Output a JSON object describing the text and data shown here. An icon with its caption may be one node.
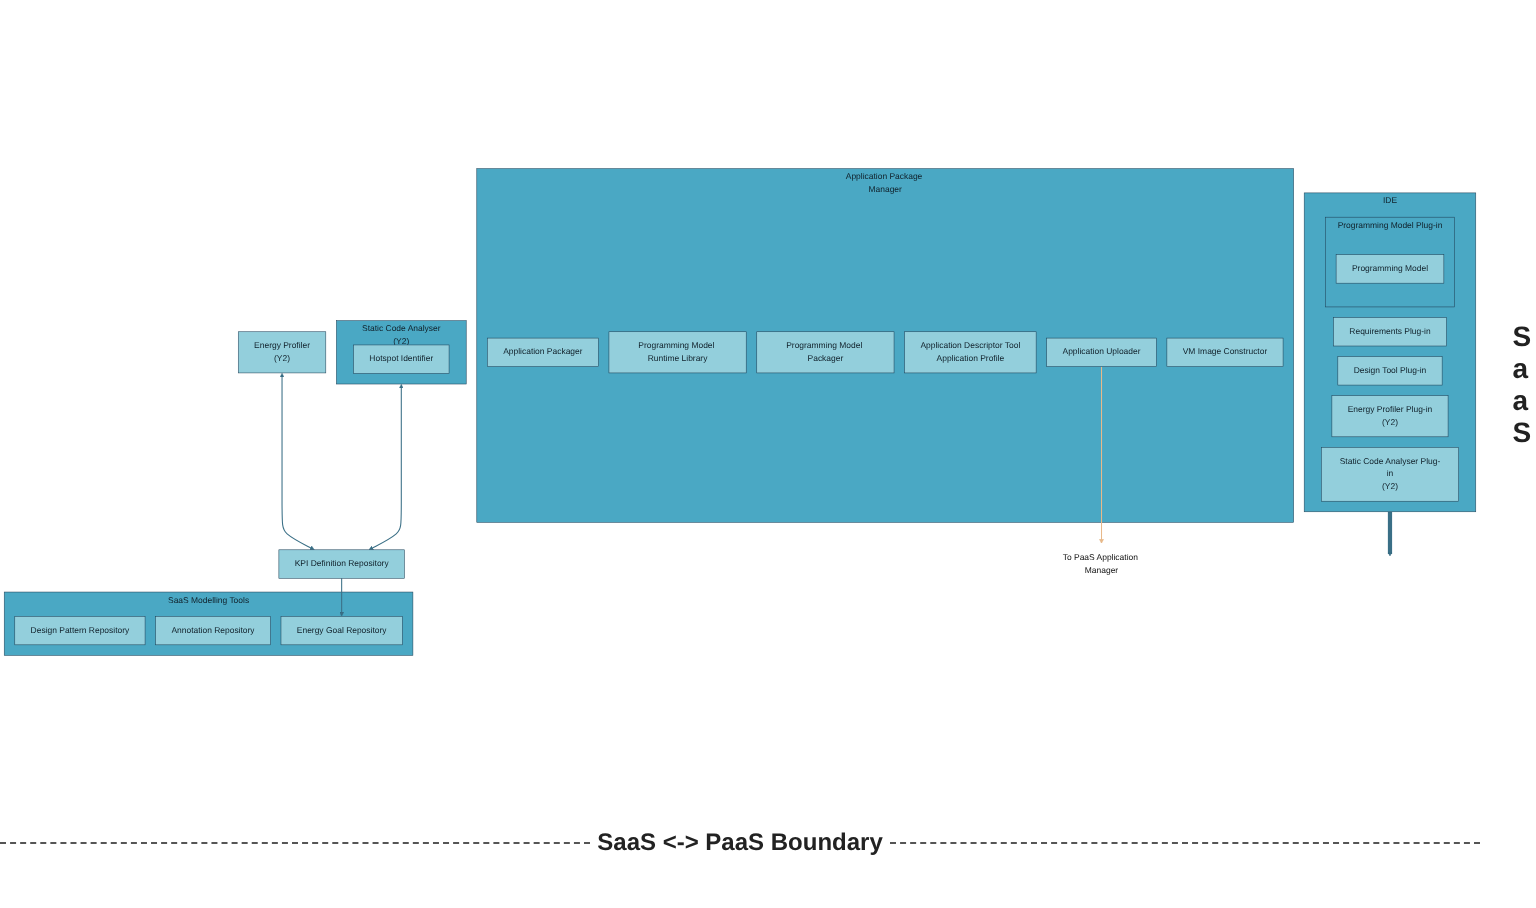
{
  "diagram": {
    "nodes": [
      {
        "text": [
          "IDE"
        ]
      },
      {
        "text": [
          "Requirements Plug-in"
        ],
        "in": 0
      },
      {
        "text": [
          "Design Tool Plug-in"
        ],
        "in": 0
      },
      {
        "text": [
          "Programming Model Plug-in"
        ],
        "in": 0
      },
      {
        "text": [
          "Programming Model"
        ],
        "in": 3
      },
      {
        "text": [
          "Energy Profiler Plug-in",
          "(Y2)"
        ],
        "in": 0
      },
      {
        "text": [
          "Static Code Analyser Plug-in",
          "(Y2)"
        ],
        "in": 0
      },
      {
        "text": [
          "SaaS Modelling Tools"
        ]
      },
      {
        "text": [
          "Design Pattern Repository"
        ],
        "in": 7
      },
      {
        "text": [
          "Annotation Repository"
        ],
        "in": 7
      },
      {
        "text": [
          "Energy Goal Repository"
        ],
        "in": 7
      },
      {
        "text": [
          "Energy Profiler",
          "(Y2)"
        ]
      },
      {
        "text": [
          "Static Code Analyser",
          "(Y2)"
        ]
      },
      {
        "text": [
          "Hotspot Identifier"
        ],
        "in": 12
      },
      {
        "text": [
          "KPI Definition Repository"
        ]
      },
      {
        "text": [
          "Application Package Manager"
        ]
      },
      {
        "text": [
          "Application Packager"
        ],
        "in": 15
      },
      {
        "text": [
          "Programming Model Runtime Library"
        ],
        "in": 15
      },
      {
        "text": [
          "Programming Model Packager"
        ],
        "in": 15
      },
      {
        "text": [
          "Application Descriptor Tool",
          "Application Profile"
        ],
        "in": 15
      },
      {
        "text": [
          "Application Uploader"
        ],
        "in": 15
      },
      {
        "text": [
          "VM Image Constructor"
        ],
        "in": 15
      },
      {
        "text": [
          "To PaaS Application Manager"
        ]
      }
    ],
    "edges": [
      {
        "from": 0,
        "to": null,
        "arrow": "to",
        "style": "thick"
      },
      {
        "from": 11,
        "to": 14,
        "arrow": "both"
      },
      {
        "from": 12,
        "to": 14,
        "arrow": "both"
      },
      {
        "from": 14,
        "to": 10,
        "arrow": "to"
      },
      {
        "from": 20,
        "to": 22,
        "arrow": "to",
        "color": "#e8b98a"
      }
    ],
    "labels": [
      "SaaS <-> PaaS Boundary",
      "SaaS"
    ]
  }
}
